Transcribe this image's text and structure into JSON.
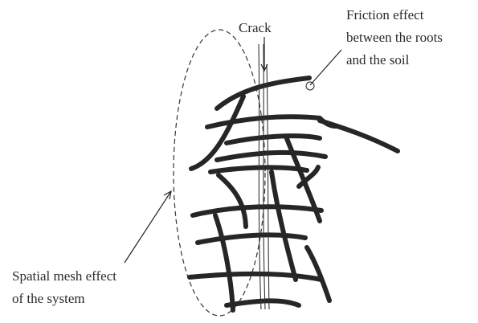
{
  "labels": {
    "crack": "Crack",
    "friction_line1": "Friction effect",
    "friction_line2": "between the roots",
    "friction_line3": "and the soil",
    "mesh_line1": "Spatial mesh effect",
    "mesh_line2": "of the system"
  }
}
